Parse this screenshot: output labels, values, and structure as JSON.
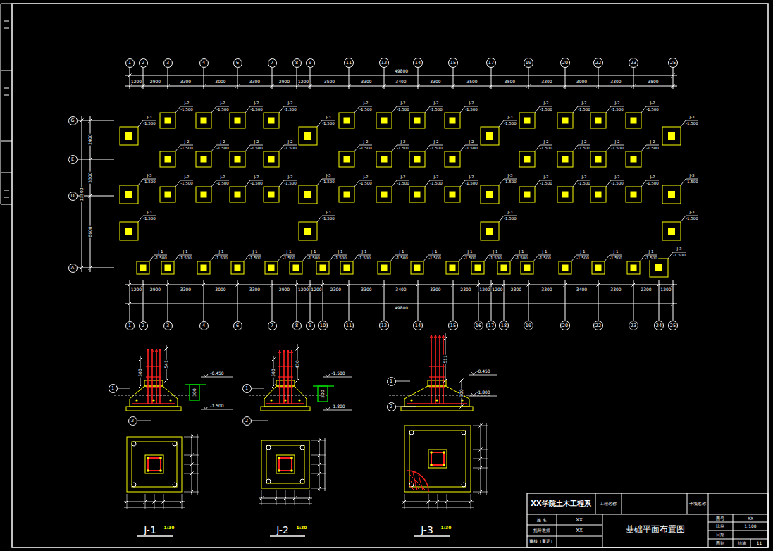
{
  "diagram": {
    "title": "基础平面布置图",
    "nodes": [
      {
        "text": [
          "1"
        ]
      },
      {
        "text": [
          "2"
        ]
      },
      {
        "text": [
          "3"
        ]
      },
      {
        "text": [
          "4"
        ]
      },
      {
        "text": [
          "6"
        ]
      },
      {
        "text": [
          "7"
        ]
      },
      {
        "text": [
          "8"
        ]
      },
      {
        "text": [
          "9"
        ]
      },
      {
        "text": [
          "11"
        ]
      },
      {
        "text": [
          "12"
        ]
      },
      {
        "text": [
          "14"
        ]
      },
      {
        "text": [
          "15"
        ]
      },
      {
        "text": [
          "17"
        ]
      },
      {
        "text": [
          "19"
        ]
      },
      {
        "text": [
          "20"
        ]
      },
      {
        "text": [
          "22"
        ]
      },
      {
        "text": [
          "23"
        ]
      },
      {
        "text": [
          "25"
        ]
      },
      {
        "text": [
          "1"
        ]
      },
      {
        "text": [
          "2"
        ]
      },
      {
        "text": [
          "3"
        ]
      },
      {
        "text": [
          "4"
        ]
      },
      {
        "text": [
          "6"
        ]
      },
      {
        "text": [
          "7"
        ]
      },
      {
        "text": [
          "8"
        ]
      },
      {
        "text": [
          "9"
        ]
      },
      {
        "text": [
          "10"
        ]
      },
      {
        "text": [
          "11"
        ]
      },
      {
        "text": [
          "12"
        ]
      },
      {
        "text": [
          "14"
        ]
      },
      {
        "text": [
          "15"
        ]
      },
      {
        "text": [
          "16"
        ]
      },
      {
        "text": [
          "17"
        ]
      },
      {
        "text": [
          "18"
        ]
      },
      {
        "text": [
          "19"
        ]
      },
      {
        "text": [
          "20"
        ]
      },
      {
        "text": [
          "22"
        ]
      },
      {
        "text": [
          "23"
        ]
      },
      {
        "text": [
          "24"
        ]
      },
      {
        "text": [
          "25"
        ]
      },
      {
        "text": [
          "G"
        ]
      },
      {
        "text": [
          "E"
        ]
      },
      {
        "text": [
          "D"
        ]
      },
      {
        "text": [
          "A"
        ]
      },
      {
        "text": [
          "1"
        ]
      },
      {
        "text": [
          "2"
        ]
      },
      {
        "text": [
          "1"
        ]
      },
      {
        "text": [
          "2"
        ]
      },
      {
        "text": [
          "1"
        ]
      },
      {
        "text": [
          "2"
        ]
      }
    ],
    "labels": [
      "49800",
      "1200",
      "2900",
      "3300",
      "3000",
      "3300",
      "2900",
      "1200",
      "3500",
      "3300",
      "3400",
      "3300",
      "3500",
      "3500",
      "3300",
      "3000",
      "3300",
      "3500",
      "1200",
      "2900",
      "3300",
      "3000",
      "3300",
      "2900",
      "1200",
      "1200",
      "2300",
      "3300",
      "3400",
      "3300",
      "2300",
      "1200",
      "1200",
      "2300",
      "3300",
      "3400",
      "3300",
      "2300",
      "1200",
      "49800",
      "2400",
      "3300",
      "13500",
      "6600",
      "J-3",
      "-1.500",
      "J-2",
      "-1.500",
      "J-2",
      "-1.500",
      "J-2",
      "-1.500",
      "J-2",
      "-1.500",
      "J-3",
      "-1.500",
      "J-2",
      "-1.500",
      "J-2",
      "-1.500",
      "J-2",
      "-1.500",
      "J-2",
      "-1.500",
      "J-3",
      "-1.500",
      "J-2",
      "-1.500",
      "J-2",
      "-1.500",
      "J-2",
      "-1.500",
      "J-2",
      "-1.500",
      "J-3",
      "-1.500",
      "J-2",
      "-1.500",
      "J-2",
      "-1.500",
      "J-2",
      "-1.500",
      "J-2",
      "-1.500",
      "J-2",
      "-1.500",
      "J-2",
      "-1.500",
      "J-2",
      "-1.500",
      "J-2",
      "-1.500",
      "J-2",
      "-1.500",
      "J-2",
      "-1.500",
      "J-2",
      "-1.500",
      "J-2",
      "-1.500",
      "J-3",
      "-1.500",
      "J-2",
      "-1.500",
      "J-2",
      "-1.500",
      "J-2",
      "-1.500",
      "J-2",
      "-1.500",
      "J-3",
      "-1.500",
      "J-2",
      "-1.500",
      "J-2",
      "-1.500",
      "J-2",
      "-1.500",
      "J-2",
      "-1.500",
      "J-3",
      "-1.500",
      "J-2",
      "-1.500",
      "J-2",
      "-1.500",
      "J-2",
      "-1.500",
      "J-2",
      "-1.500",
      "J-3",
      "-1.500",
      "J-3",
      "-1.500",
      "J-3",
      "-1.500",
      "J-3",
      "-1.500",
      "J-3",
      "-1.500",
      "J-1",
      "-1.500",
      "J-1",
      "-1.500",
      "J-1",
      "-1.500",
      "J-1",
      "-1.500",
      "J-1",
      "-1.500",
      "J-1",
      "-1.500",
      "J-1",
      "-1.500",
      "J-1",
      "-1.500",
      "J-1",
      "-1.500",
      "J-1",
      "-1.500",
      "J-1",
      "-1.500",
      "J-1",
      "-1.500",
      "J-1",
      "-1.500",
      "J-1",
      "-1.500",
      "J-1",
      "-1.500",
      "J-1",
      "-1.500",
      "J-1",
      "-1.500",
      "J-3",
      "-1.500",
      "541",
      "500",
      "300",
      "-0.450",
      "-1.500",
      "J-1",
      "1:30",
      "430",
      "500",
      "300",
      "-1.500",
      "-1.800",
      "J-2",
      "1:30",
      "511",
      "300",
      "-0.450",
      "-1.800",
      "J-3",
      "1:30",
      "XX学院土木工程系",
      "工程名称",
      "子项名称",
      "姓 名",
      "XX",
      "指导教师",
      "XX",
      "审核（审定）",
      "图号",
      "XX",
      "比例",
      "1:100",
      "日期",
      "图别",
      "结施",
      "11"
    ]
  }
}
